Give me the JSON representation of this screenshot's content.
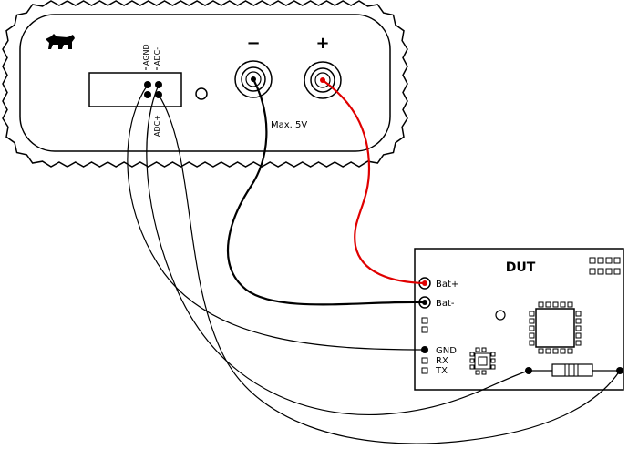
{
  "device": {
    "minus_label": "−",
    "plus_label": "+",
    "max_voltage_label": "Max. 5V",
    "agnd_label": "AGND",
    "adc_minus_label": "ADC-",
    "adc_plus_label": "ADC+"
  },
  "dut": {
    "title": "DUT",
    "bat_plus_label": "Bat+",
    "bat_minus_label": "Bat-",
    "gnd_label": "GND",
    "rx_label": "RX",
    "tx_label": "TX"
  },
  "colors": {
    "positive_wire": "#e00000",
    "wire": "#000000",
    "outline": "#000000"
  },
  "icons": {
    "logo": "bear-logo-icon"
  }
}
